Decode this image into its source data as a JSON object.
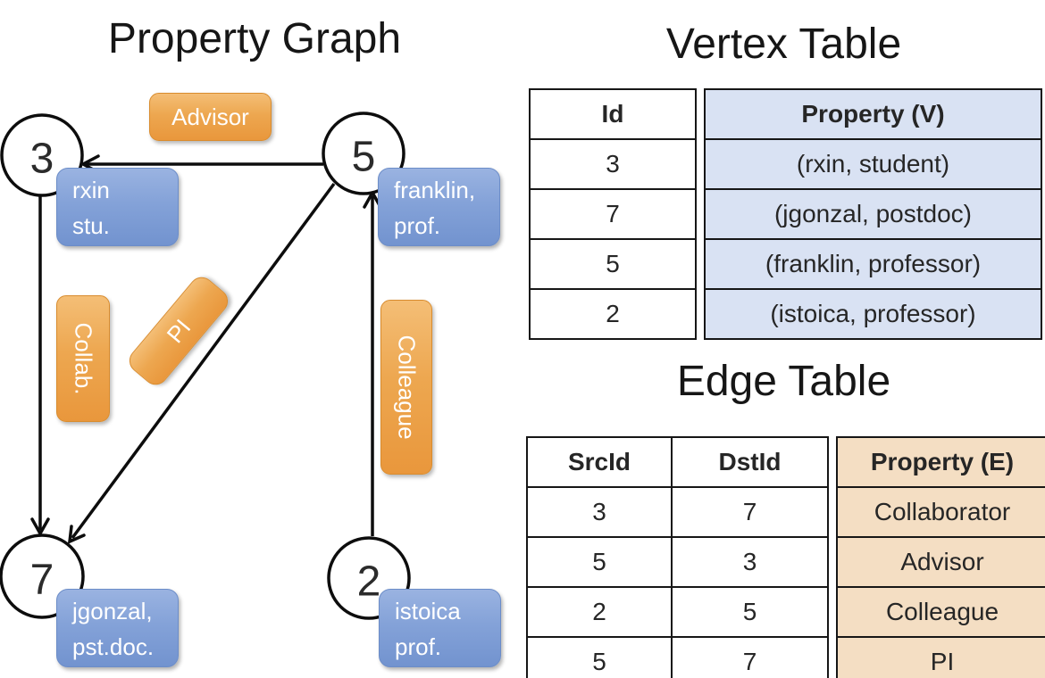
{
  "graph": {
    "title": "Property Graph",
    "node3": {
      "id": "3",
      "line1": "rxin",
      "line2": "stu."
    },
    "node5": {
      "id": "5",
      "line1": "franklin,",
      "line2": "prof."
    },
    "node7": {
      "id": "7",
      "line1": "jgonzal,",
      "line2": "pst.doc."
    },
    "node2": {
      "id": "2",
      "line1": "istoica",
      "line2": "prof."
    },
    "edge_advisor": "Advisor",
    "edge_collab": "Collab.",
    "edge_pi": "PI",
    "edge_colleague": "Colleague"
  },
  "vertex_table": {
    "title": "Vertex Table",
    "col_id": "Id",
    "col_property": "Property (V)",
    "rows": [
      {
        "id": "3",
        "property": "(rxin, student)"
      },
      {
        "id": "7",
        "property": "(jgonzal, postdoc)"
      },
      {
        "id": "5",
        "property": "(franklin, professor)"
      },
      {
        "id": "2",
        "property": "(istoica, professor)"
      }
    ]
  },
  "edge_table": {
    "title": "Edge Table",
    "col_src": "SrcId",
    "col_dst": "DstId",
    "col_property": "Property (E)",
    "rows": [
      {
        "src": "3",
        "dst": "7",
        "property": "Collaborator"
      },
      {
        "src": "5",
        "dst": "3",
        "property": "Advisor"
      },
      {
        "src": "2",
        "dst": "5",
        "property": "Colleague"
      },
      {
        "src": "5",
        "dst": "7",
        "property": "PI"
      }
    ]
  },
  "colors": {
    "edge_label_orange_top": "#F4BE76",
    "edge_label_orange_bottom": "#E9973C",
    "node_label_blue_top": "#9AB3E1",
    "node_label_blue_bottom": "#7293CF",
    "vertex_property_fill": "#D9E2F3",
    "edge_property_fill": "#F4DEC3"
  }
}
